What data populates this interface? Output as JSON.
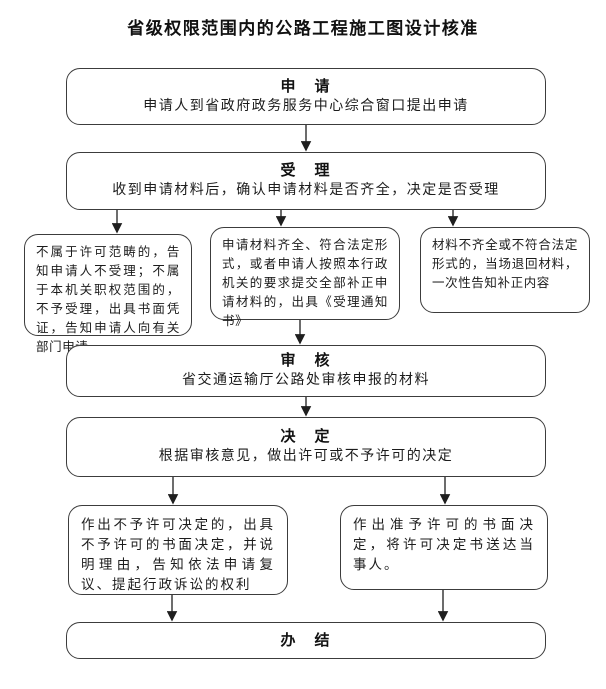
{
  "title": "省级权限范围内的公路工程施工图设计核准",
  "flow": {
    "apply": {
      "heading": "申　请",
      "body": "申请人到省政府政务服务中心综合窗口提出申请"
    },
    "accept": {
      "heading": "受　理",
      "body": "收到申请材料后，确认申请材料是否齐全，决定是否受理"
    },
    "not_in_scope": {
      "body": "不属于许可范畴的，告知申请人不受理；不属于本机关职权范围的，不予受理，出具书面凭证，告知申请人向有关部门申请"
    },
    "materials_complete": {
      "body": "申请材料齐全、符合法定形式，或者申请人按照本行政机关的要求提交全部补正申请材料的，出具《受理通知书》"
    },
    "materials_incomplete": {
      "body": "材料不齐全或不符合法定形式的，当场退回材料，一次性告知补正内容"
    },
    "review": {
      "heading": "审　核",
      "body": "省交通运输厅公路处审核申报的材料"
    },
    "decision": {
      "heading": "决　定",
      "body": "根据审核意见，做出许可或不予许可的决定"
    },
    "deny": {
      "body": "作出不予许可决定的，出具不予许可的书面决定，并说明理由，告知依法申请复议、提起行政诉讼的权利"
    },
    "grant": {
      "body": "作出准予许可的书面决定，将许可决定书送达当事人。"
    },
    "complete": {
      "heading": "办　结"
    }
  },
  "colors": {
    "background": "#ffffff",
    "border": "#3c3c3c",
    "text": "#1a1a1a",
    "arrow": "#1f1f1f"
  }
}
